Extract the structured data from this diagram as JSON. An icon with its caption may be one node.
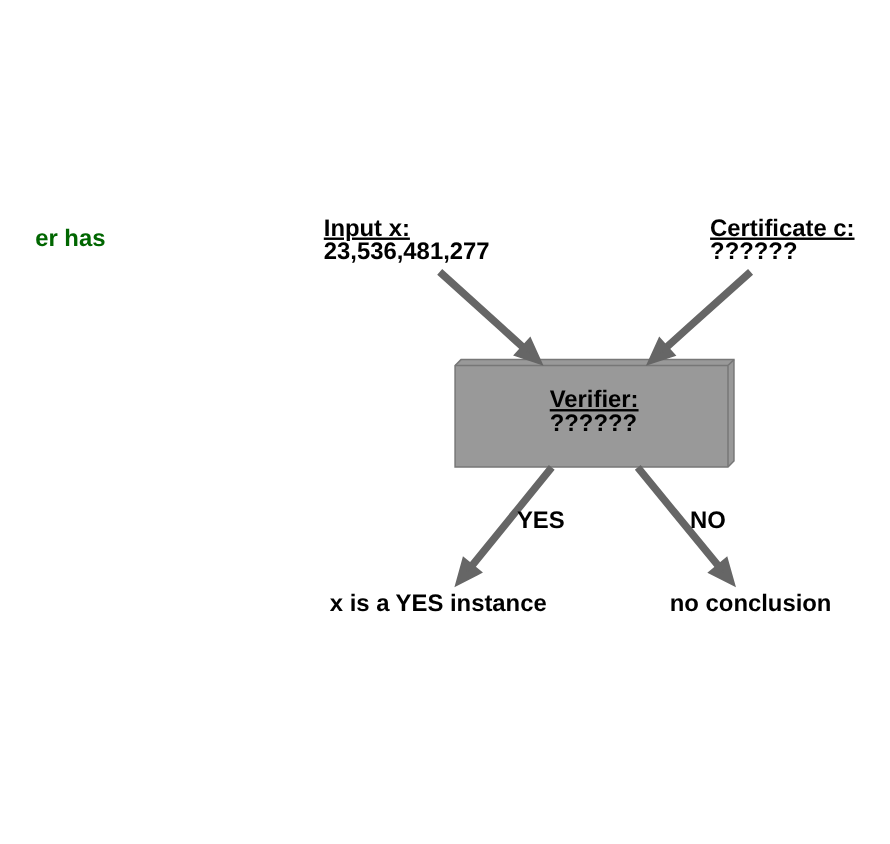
{
  "diagram": {
    "nodes": [
      {
        "text": [
          "Input x:",
          "23,536,481,277"
        ]
      },
      {
        "text": [
          "Certificate c:",
          "??????"
        ]
      },
      {
        "text": [
          "Verifier:",
          "??????"
        ]
      },
      {
        "text": [
          "x is a YES instance"
        ]
      },
      {
        "text": [
          "no conclusion"
        ]
      }
    ],
    "edges": [
      {
        "from": 0,
        "to": 2,
        "arrow": "to"
      },
      {
        "from": 1,
        "to": 2,
        "arrow": "to"
      },
      {
        "from": 2,
        "to": 3,
        "arrow": "to",
        "label": "YES"
      },
      {
        "from": 2,
        "to": 4,
        "arrow": "to",
        "label": "NO"
      }
    ],
    "labels": [
      "er has"
    ]
  }
}
